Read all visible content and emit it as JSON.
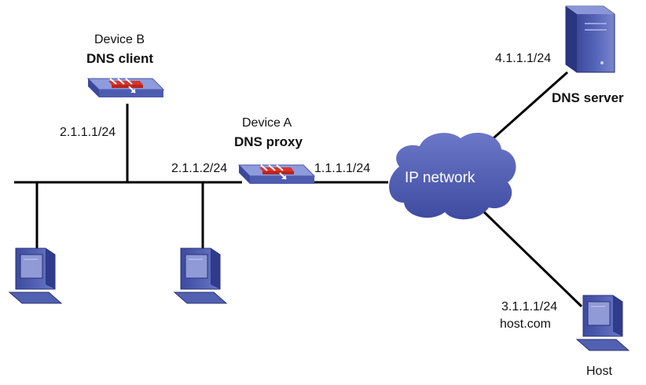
{
  "device_b": {
    "name": "Device B",
    "role": "DNS client",
    "ip": "2.1.1.1/24"
  },
  "device_a": {
    "name": "Device A",
    "role": "DNS proxy",
    "ip_left": "2.1.1.2/24",
    "ip_right": "1.1.1.1/24"
  },
  "cloud": {
    "label": "IP network"
  },
  "dns_server": {
    "ip": "4.1.1.1/24",
    "label": "DNS server"
  },
  "host": {
    "ip": "3.1.1.1/24",
    "domain": "host.com",
    "label": "Host"
  },
  "colors": {
    "device_blue": "#5a6fc4",
    "device_red": "#d9342b",
    "cloud": "#4f5cb3",
    "line": "#000000"
  }
}
